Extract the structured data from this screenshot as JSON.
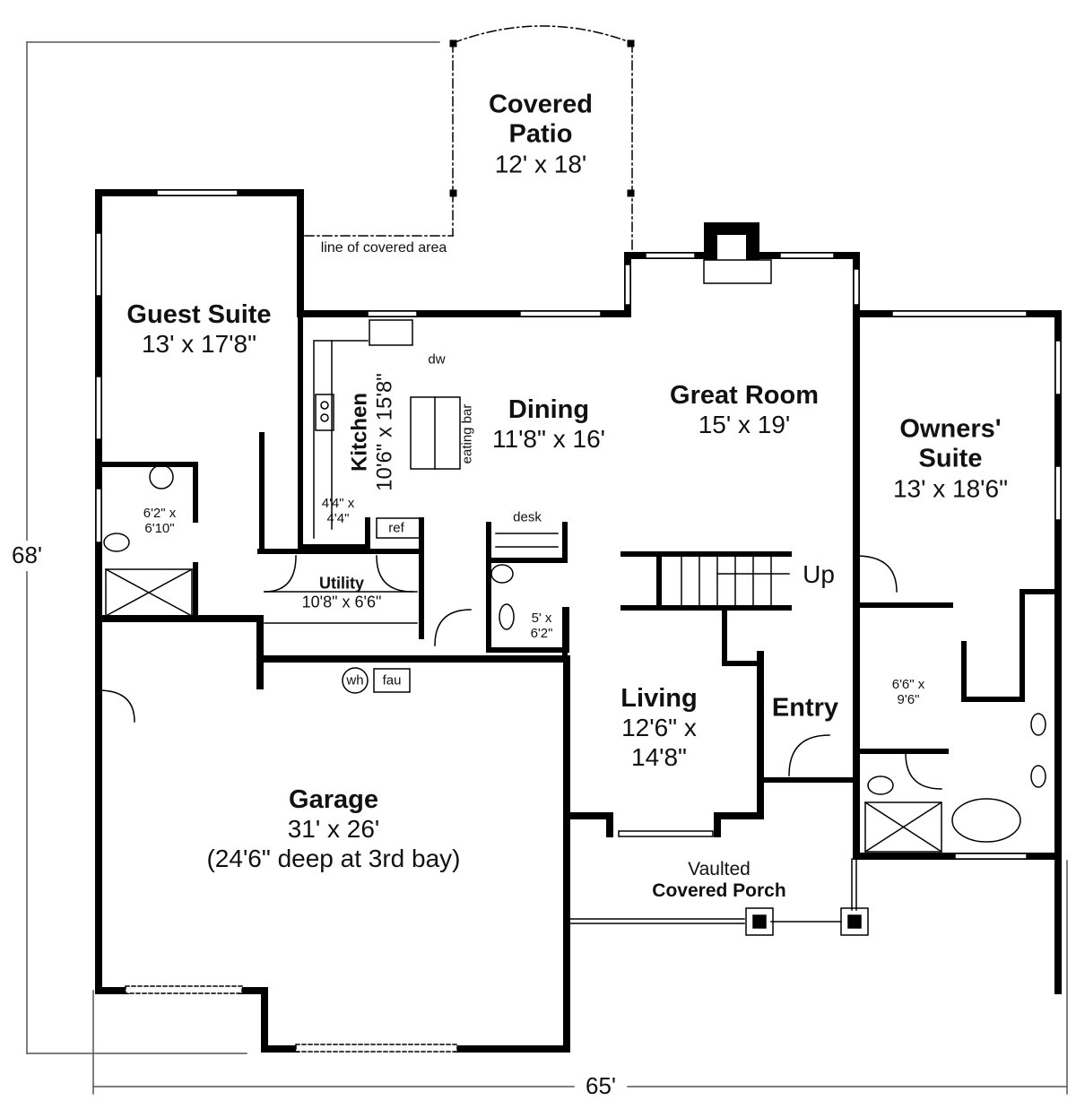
{
  "plan": {
    "overall_width": "65'",
    "overall_depth": "68'",
    "wall_color": "#000000",
    "background": "#ffffff"
  },
  "rooms": {
    "covered_patio": {
      "name_line1": "Covered",
      "name_line2": "Patio",
      "dim": "12' x 18'"
    },
    "guest_suite": {
      "name": "Guest Suite",
      "dim": "13' x 17'8\""
    },
    "kitchen": {
      "name": "Kitchen",
      "dim": "10'6\" x 15'8\""
    },
    "dining": {
      "name": "Dining",
      "dim": "11'8\" x 16'"
    },
    "great_room": {
      "name": "Great Room",
      "dim": "15' x 19'"
    },
    "owners_suite": {
      "name_line1": "Owners'",
      "name_line2": "Suite",
      "dim": "13' x 18'6\""
    },
    "guest_bath": {
      "dim_line1": "6'2\" x",
      "dim_line2": "6'10\""
    },
    "pantry": {
      "dim_line1": "4'4\" x",
      "dim_line2": "4'4\""
    },
    "utility": {
      "name": "Utility",
      "dim": "10'8\" x 6'6\""
    },
    "powder_bath": {
      "dim_line1": "5' x",
      "dim_line2": "6'2\""
    },
    "living": {
      "name": "Living",
      "dim_line1": "12'6\" x",
      "dim_line2": "14'8\""
    },
    "entry": {
      "name": "Entry"
    },
    "owners_closet": {
      "dim_line1": "6'6\" x",
      "dim_line2": "9'6\""
    },
    "garage": {
      "name": "Garage",
      "dim": "31' x 26'",
      "note": "(24'6\" deep at 3rd bay)"
    },
    "porch": {
      "line1": "Vaulted",
      "line2": "Covered Porch"
    }
  },
  "annotations": {
    "covered_area": "line of covered area",
    "dishwasher": "dw",
    "eating_bar": "eating bar",
    "refrigerator": "ref",
    "desk": "desk",
    "stairs": "Up",
    "water_heater": "wh",
    "furnace": "fau"
  }
}
